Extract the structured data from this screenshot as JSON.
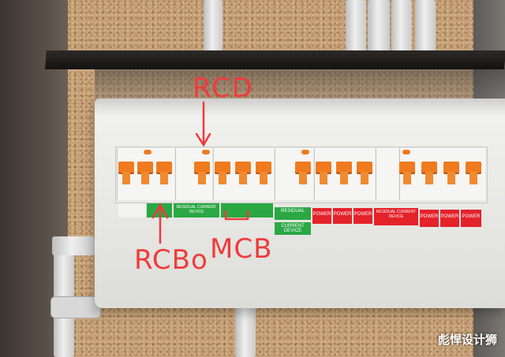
{
  "annotations": {
    "rcd": "RCD",
    "rcbo": "RCBo",
    "mcb": "MCB"
  },
  "labels": {
    "rcd_device": "RESIDUAL CURRENT DEVICE",
    "residual": "RESIDUAL",
    "current_device": "CURRENT DEVICE",
    "power": "POWER",
    "residual_current_device": "RESIDUAL CURRENT DEVICE"
  },
  "watermark": "彪悍设计狮",
  "colors": {
    "annotation": "#ef3b3b",
    "breaker_toggle": "#f07a1e",
    "label_green": "#2aa843",
    "label_red": "#e4222a"
  }
}
